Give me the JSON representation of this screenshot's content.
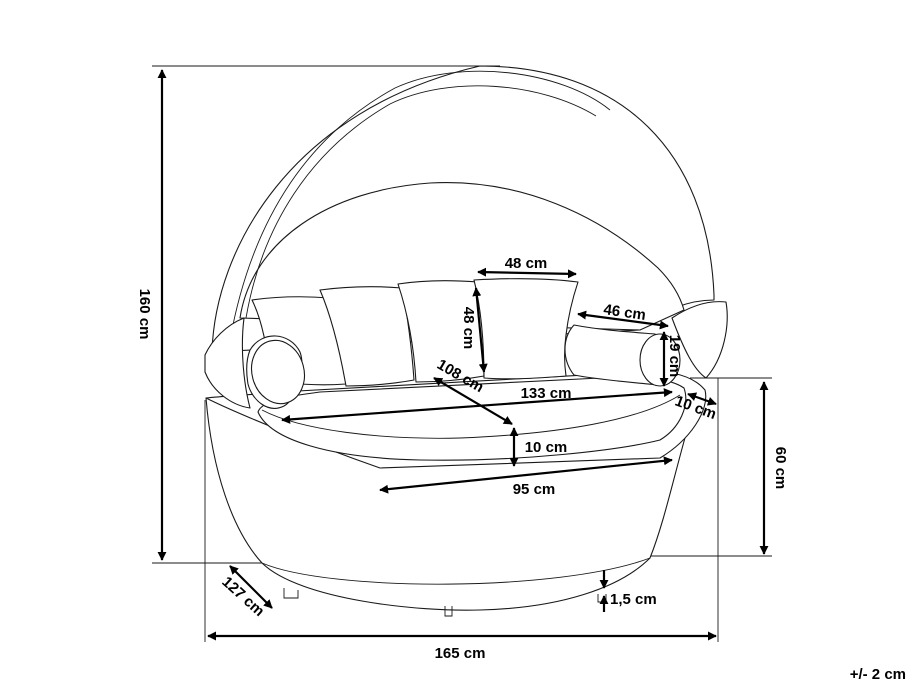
{
  "dimensions": {
    "height_total": "160 cm",
    "canopy_pillow_width": "48 cm",
    "pillow_height": "48 cm",
    "bolster_length": "46 cm",
    "bolster_diameter": "19 cm",
    "mattress_depth": "108 cm",
    "mattress_width": "133 cm",
    "rim_thickness": "10 cm",
    "mattress_thickness": "10 cm",
    "seat_height": "60 cm",
    "front_width": "95 cm",
    "base_depth": "127 cm",
    "leg_height": "1,5 cm",
    "width_total": "165 cm"
  },
  "tolerance": "+/- 2 cm",
  "colors": {
    "line": "#1a1a1a",
    "dimension": "#000000",
    "background": "#ffffff"
  }
}
